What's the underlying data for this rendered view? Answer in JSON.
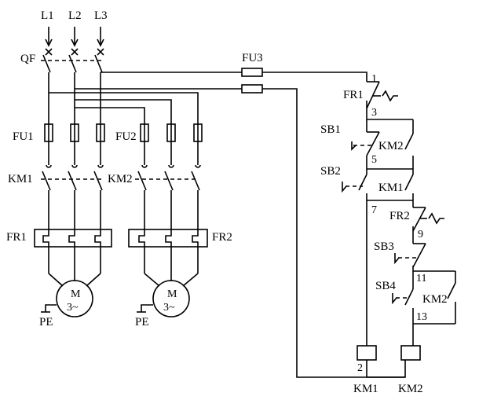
{
  "labels": {
    "l1": "L1",
    "l2": "L2",
    "l3": "L3",
    "qf": "QF",
    "fu1": "FU1",
    "fu2": "FU2",
    "fu3": "FU3",
    "km1_power": "KM1",
    "km2_power": "KM2",
    "fr1_power": "FR1",
    "fr2_power": "FR2",
    "motor1_m": "M",
    "motor1_phase": "3~",
    "pe1": "PE",
    "motor2_m": "M",
    "motor2_phase": "3~",
    "pe2": "PE",
    "fr1_ctrl": "FR1",
    "sb1": "SB1",
    "km2_ctrl_aux": "KM2",
    "sb2": "SB2",
    "km1_ctrl_aux": "KM1",
    "fr2_ctrl": "FR2",
    "sb3": "SB3",
    "sb4": "SB4",
    "km2_ctrl_aux2": "KM2",
    "coil_km1": "KM1",
    "coil_km2": "KM2"
  },
  "nodes": {
    "n1": "1",
    "n3": "3",
    "n5": "5",
    "n7": "7",
    "n9": "9",
    "n11": "11",
    "n13": "13",
    "n2": "2"
  }
}
